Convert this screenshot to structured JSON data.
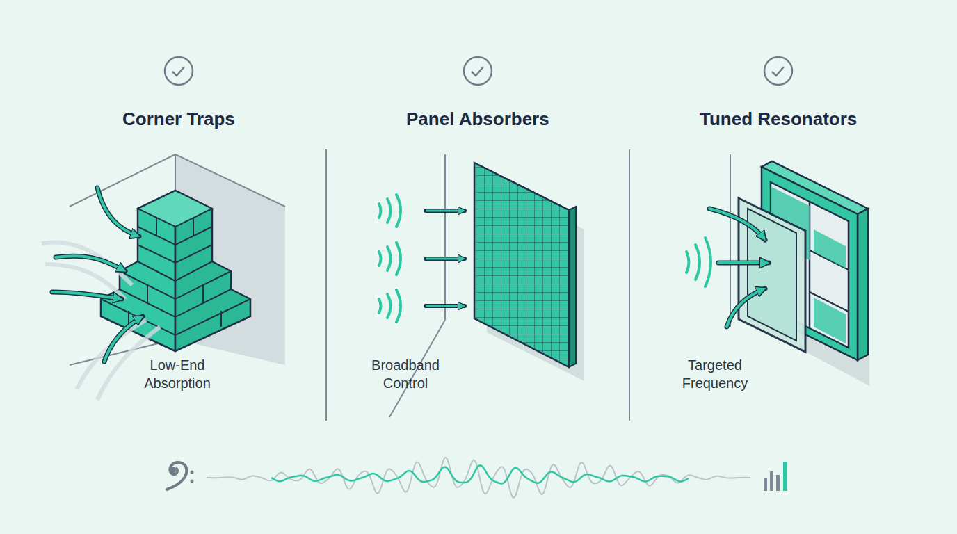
{
  "diagram": {
    "labels": [
      "Corner Traps",
      "Panel Absorbers",
      "Tuned Resonators",
      "Low-End Absorption",
      "Broadband Control",
      "Targeted Frequency"
    ]
  }
}
